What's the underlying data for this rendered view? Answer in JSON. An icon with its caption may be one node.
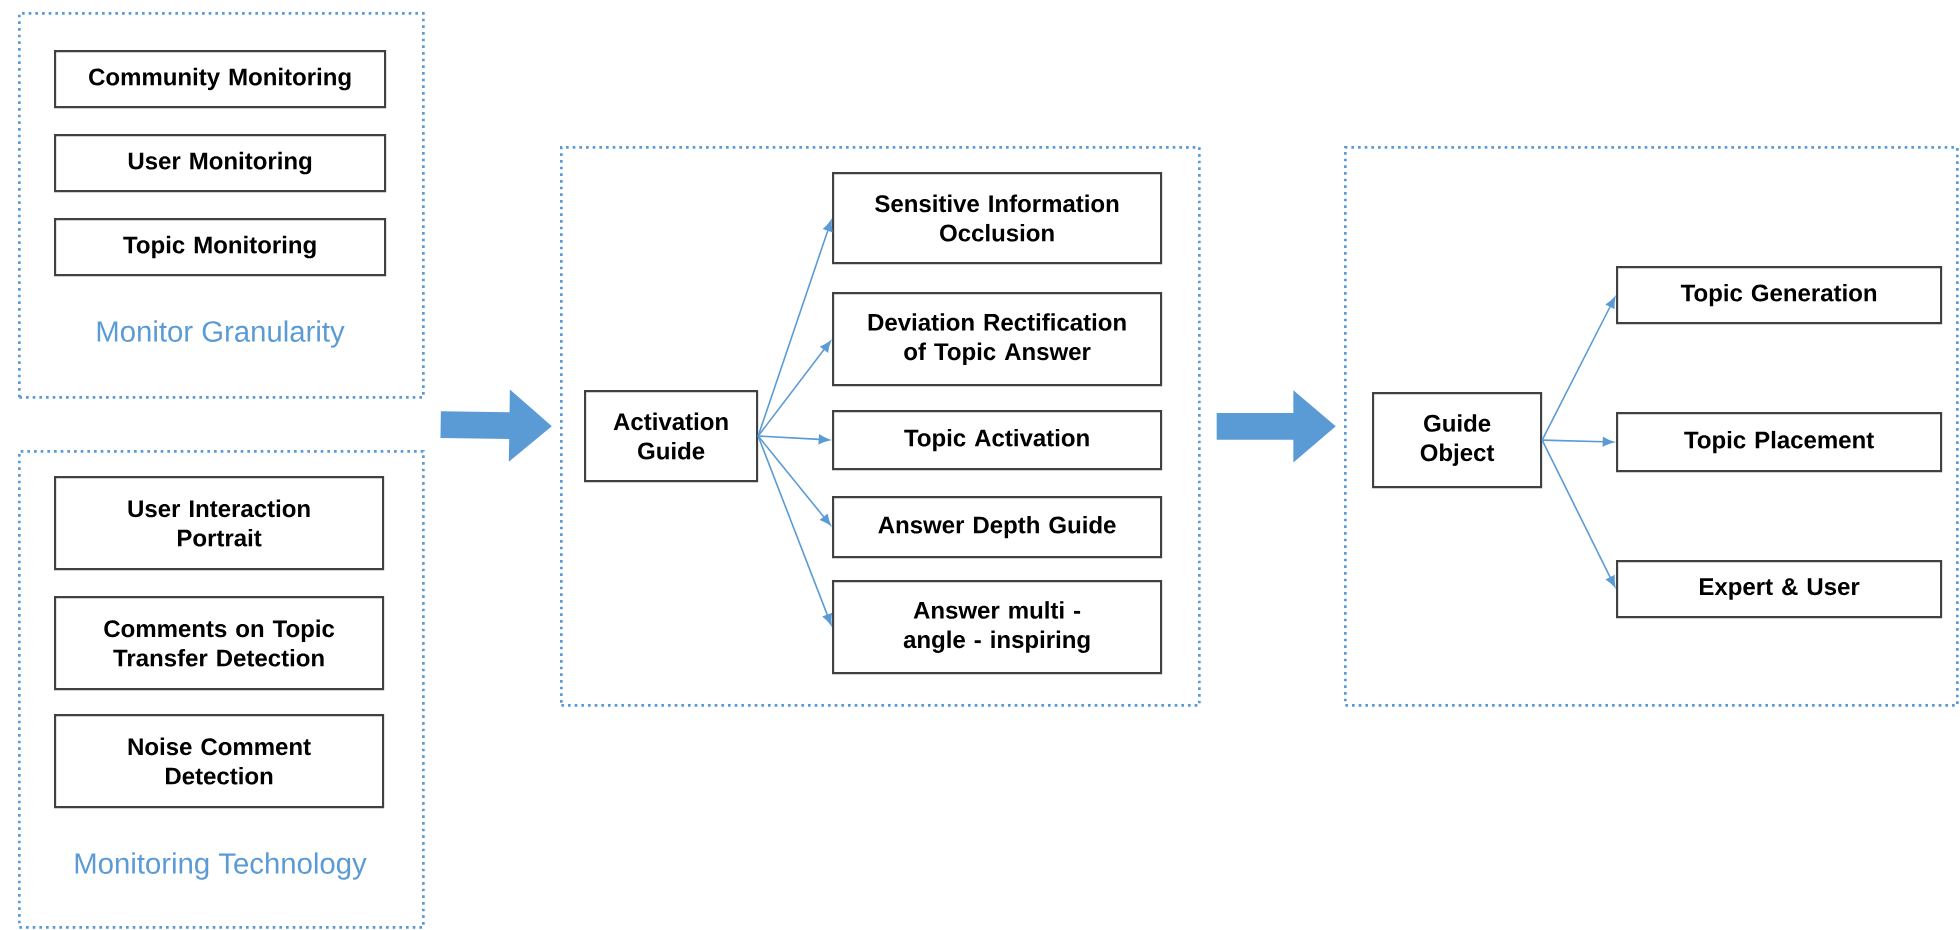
{
  "diagram": {
    "nodes": [
      {
        "text": [
          "Monitor Granularity"
        ]
      },
      {
        "text": [
          "Community Monitoring"
        ],
        "in": 0
      },
      {
        "text": [
          "User Monitoring"
        ],
        "in": 0
      },
      {
        "text": [
          "Topic Monitoring"
        ],
        "in": 0
      },
      {
        "text": [
          "Monitoring Technology"
        ]
      },
      {
        "text": [
          "User Interaction Portrait"
        ],
        "in": 4
      },
      {
        "text": [
          "Comments on Topic Transfer Detection"
        ],
        "in": 4
      },
      {
        "text": [
          "Noise Comment Detection"
        ],
        "in": 4
      },
      {
        "text": [],
        "shape": "box"
      },
      {
        "text": [
          "Activation Guide"
        ],
        "in": 8
      },
      {
        "text": [
          "Sensitive Information Occlusion"
        ],
        "in": 8
      },
      {
        "text": [
          "Deviation Rectification of Topic Answer"
        ],
        "in": 8
      },
      {
        "text": [
          "Topic Activation"
        ],
        "in": 8
      },
      {
        "text": [
          "Answer Depth Guide"
        ],
        "in": 8
      },
      {
        "text": [
          "Answer multi - angle - inspiring"
        ],
        "in": 8
      },
      {
        "text": [],
        "shape": "box"
      },
      {
        "text": [
          "Guide Object"
        ],
        "in": 15
      },
      {
        "text": [
          "Topic Generation"
        ],
        "in": 15
      },
      {
        "text": [
          "Topic Placement"
        ],
        "in": 15
      },
      {
        "text": [
          "Expert & User"
        ],
        "in": 15
      }
    ],
    "edges": [
      {
        "from": 0,
        "to": 8,
        "arrow": "to",
        "style": "thick"
      },
      {
        "from": 4,
        "to": 8,
        "arrow": "to",
        "style": "thick"
      },
      {
        "from": 8,
        "to": 15,
        "arrow": "to",
        "style": "thick"
      },
      {
        "from": 9,
        "to": 10,
        "arrow": "to"
      },
      {
        "from": 9,
        "to": 11,
        "arrow": "to"
      },
      {
        "from": 9,
        "to": 12,
        "arrow": "to"
      },
      {
        "from": 9,
        "to": 13,
        "arrow": "to"
      },
      {
        "from": 9,
        "to": 14,
        "arrow": "to"
      },
      {
        "from": 16,
        "to": 17,
        "arrow": "to"
      },
      {
        "from": 16,
        "to": 18,
        "arrow": "to"
      },
      {
        "from": 16,
        "to": 19,
        "arrow": "to"
      }
    ]
  }
}
